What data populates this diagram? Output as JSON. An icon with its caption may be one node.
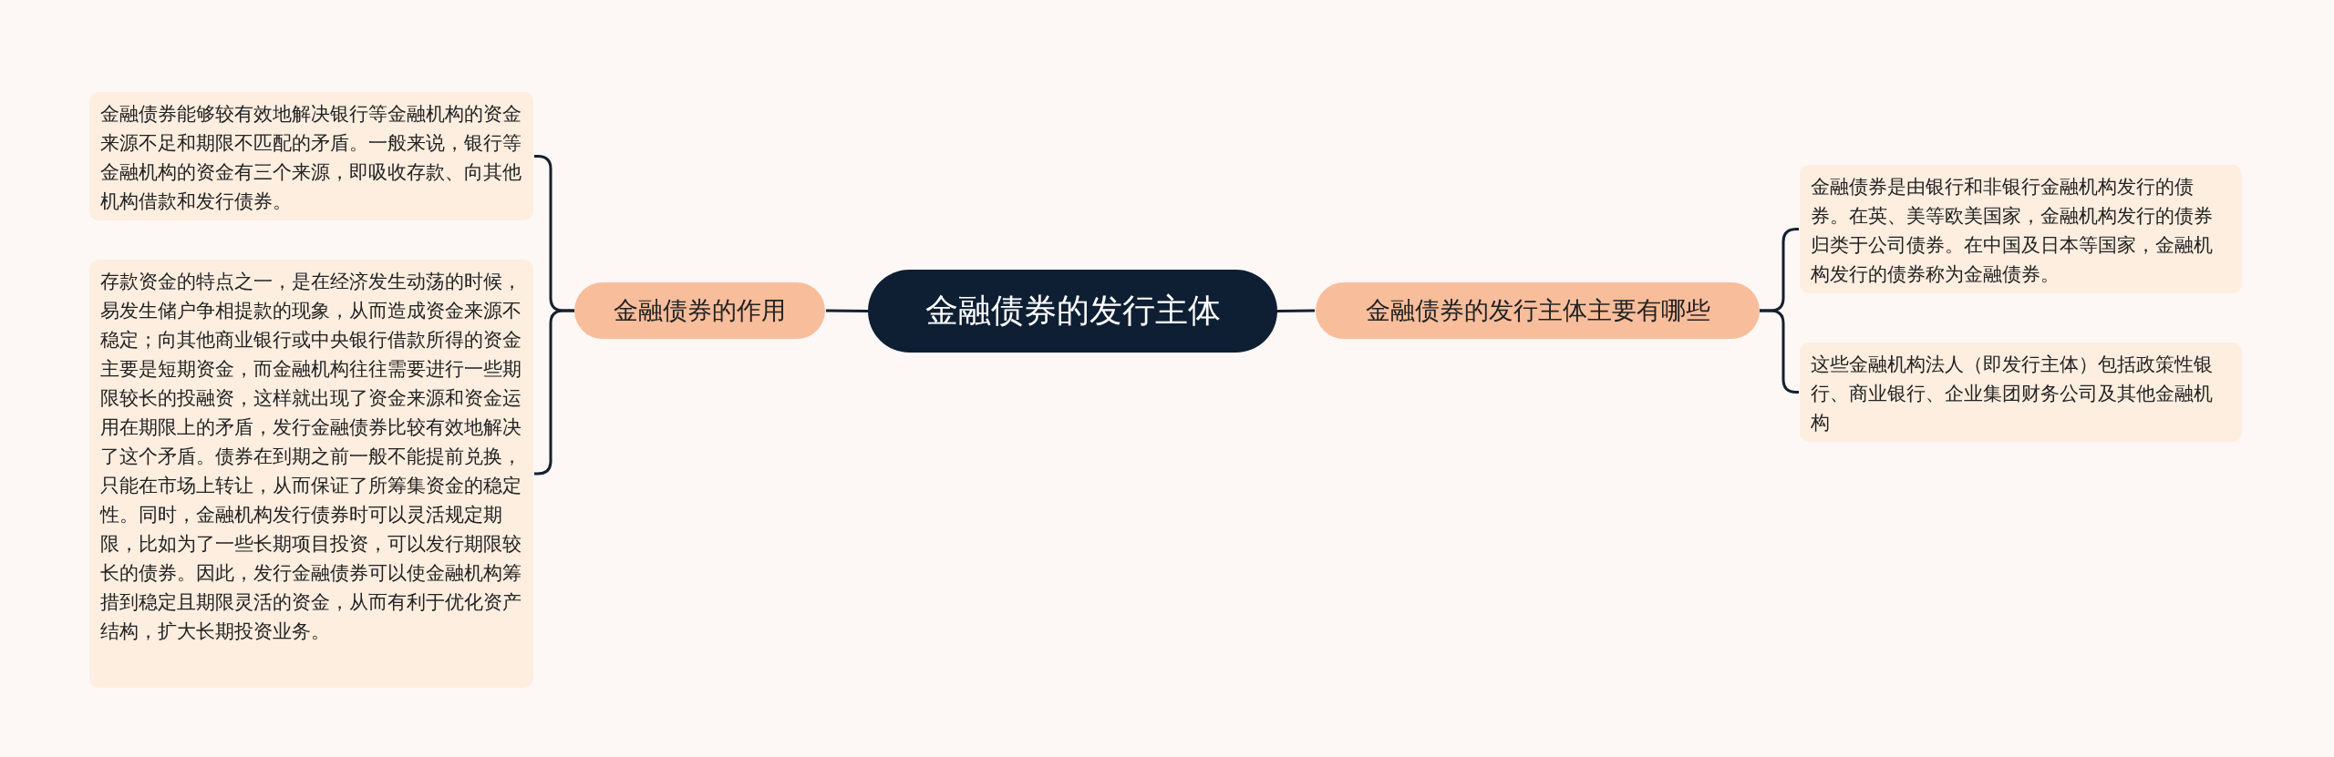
{
  "diagram": {
    "nodes": [
      {
        "text": [
          "金融债券的发行主体"
        ]
      },
      {
        "text": [
          "金融债券的作用"
        ]
      },
      {
        "text": [
          "金融债券能够较有效地解决银行等金融机构的资金来源不足和期限不匹配的矛盾。一般来说，银行等金融机构的资金有三个来源，即吸收存款、向其他机构借款和发行债券。"
        ]
      },
      {
        "text": [
          "存款资金的特点之一，是在经济发生动荡的时候，易发生储户争相提款的现象，从而造成资金来源不稳定；向其他商业银行或中央银行借款所得的资金主要是短期资金，而金融机构往往需要进行一些期限较长的投融资，这样就出现了资金来源和资金运用在期限上的矛盾，发行金融债券比较有效地解决了这个矛盾。债券在到期之前一般不能提前兑换，只能在市场上转让，从而保证了所筹集资金的稳定性。同时，金融机构发行债券时可以灵活规定期限，比如为了一些长期项目投资，可以发行期限较长的债券。因此，发行金融债券可以使金融机构筹措到稳定且期限灵活的资金，从而有利于优化资产结构，扩大长期投资业务。"
        ]
      },
      {
        "text": [
          "金融债券的发行主体主要有哪些"
        ]
      },
      {
        "text": [
          "金融债券是由银行和非银行金融机构发行的债券。在英、美等欧美国家，金融机构发行的债券归类于公司债券。在中国及日本等国家，金融机构发行的债券称为金融债券。"
        ]
      },
      {
        "text": [
          "这些金融机构法人（即发行主体）包括政策性银行、商业银行、企业集团财务公司及其他金融机构"
        ]
      }
    ],
    "edges": [
      {
        "from": 0,
        "to": 1,
        "arrow": "none"
      },
      {
        "from": 1,
        "to": 2,
        "arrow": "none"
      },
      {
        "from": 1,
        "to": 3,
        "arrow": "none"
      },
      {
        "from": 0,
        "to": 4,
        "arrow": "none"
      },
      {
        "from": 4,
        "to": 5,
        "arrow": "none"
      },
      {
        "from": 4,
        "to": 6,
        "arrow": "none"
      }
    ]
  }
}
